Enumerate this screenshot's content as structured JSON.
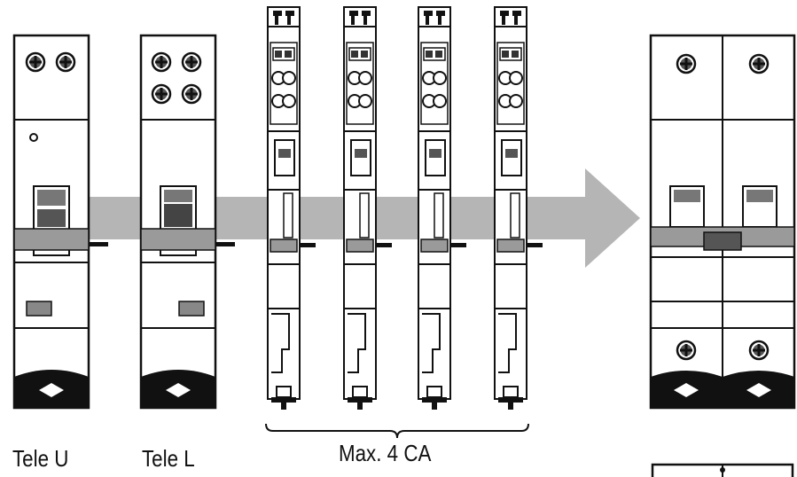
{
  "labels": {
    "tele_u": "Tele U",
    "tele_l": "Tele L",
    "max_ca": "Max. 4 CA"
  },
  "colors": {
    "arrow": "#b3b3b3",
    "outline": "#111111",
    "body": "#ffffff",
    "handle": "#7a7a7a"
  },
  "icons": {
    "terminal": "terminal-screw-icon",
    "connector": "auxiliary-connector-icon"
  }
}
